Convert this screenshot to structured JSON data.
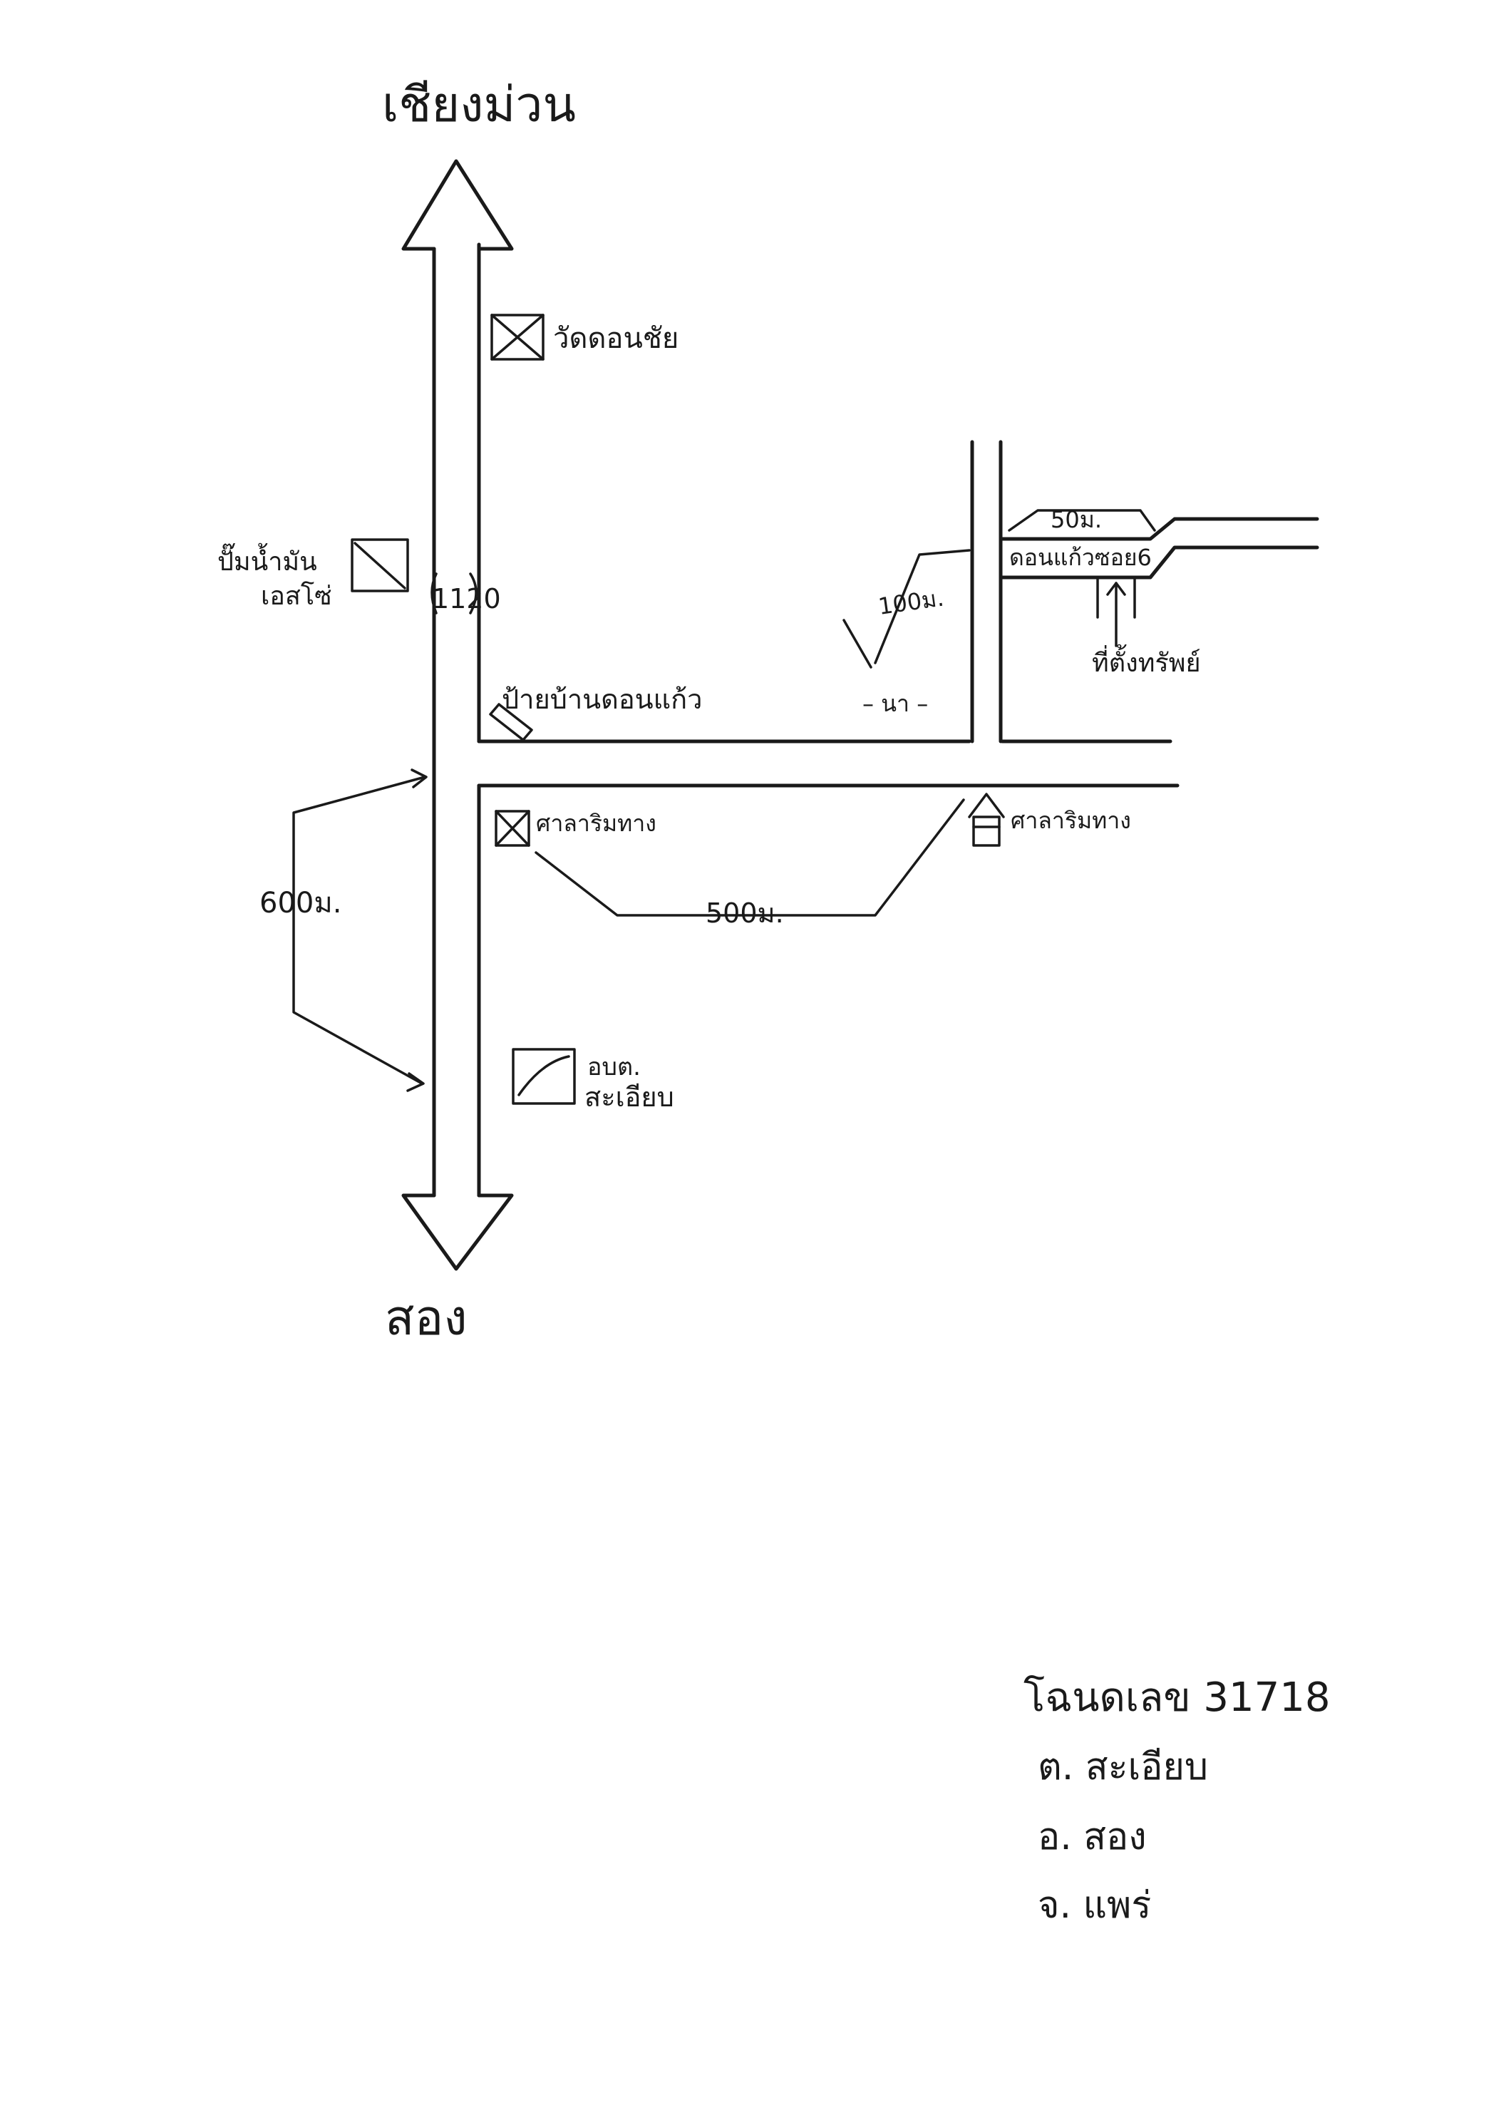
{
  "destinations": {
    "north": "เชียงม่วน",
    "south": "สอง"
  },
  "road_number": "1120",
  "landmarks": {
    "temple": "วัดดอนชัย",
    "gas_station_line1": "ปั๊มน้ำมัน",
    "gas_station_line2": "เอสโซ่",
    "village_sign": "ป้ายบ้านดอนแก้ว",
    "pavilion_left": "ศาลาริมทาง",
    "pavilion_right": "ศาลาริมทาง",
    "tao_line1": "อบต.",
    "tao_line2": "สะเอียบ",
    "rice_field": "– นา –",
    "soi": "ดอนแก้วซอย6",
    "property": "ที่ตั้งทรัพย์"
  },
  "distances": {
    "main_road": "600ม.",
    "side_road": "500ม.",
    "lane": "100ม.",
    "soi": "50ม."
  },
  "deed": {
    "line1": "โฉนดเลข 31718",
    "line2": "ต. สะเอียบ",
    "line3": "อ. สอง",
    "line4": "จ. แพร่"
  }
}
